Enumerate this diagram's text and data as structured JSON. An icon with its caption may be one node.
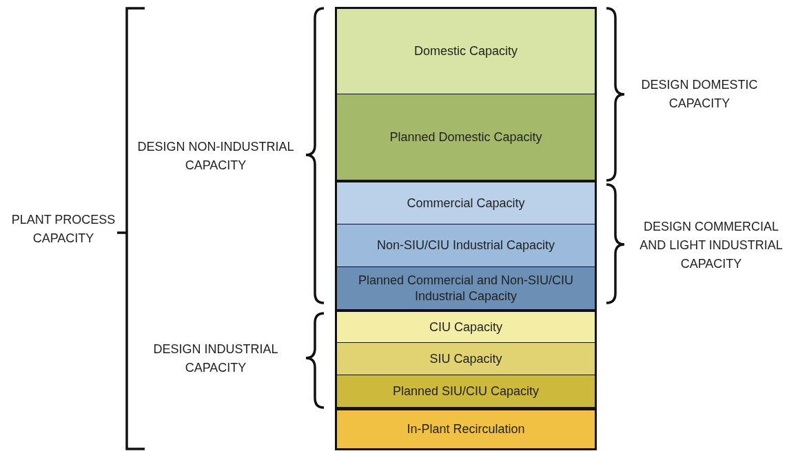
{
  "diagram": {
    "nodes": [
      {
        "text": [
          "Domestic Capacity"
        ]
      },
      {
        "text": [
          "Planned Domestic Capacity"
        ]
      },
      {
        "text": [
          "Commercial Capacity"
        ]
      },
      {
        "text": [
          "Non-SIU/CIU Industrial Capacity"
        ]
      },
      {
        "text": [
          "Planned Commercial and Non-SIU/CIU Industrial Capacity"
        ]
      },
      {
        "text": [
          "CIU Capacity"
        ]
      },
      {
        "text": [
          "SIU Capacity"
        ]
      },
      {
        "text": [
          "Planned SIU/CIU Capacity"
        ]
      },
      {
        "text": [
          "In-Plant Recirculation"
        ]
      }
    ],
    "labels": [
      "DESIGN DOMESTIC CAPACITY",
      "DESIGN NON-INDUSTRIAL CAPACITY",
      "PLANT PROCESS CAPACITY",
      "DESIGN COMMERCIAL AND LIGHT INDUSTRIAL CAPACITY",
      "DESIGN INDUSTRIAL CAPACITY"
    ]
  }
}
